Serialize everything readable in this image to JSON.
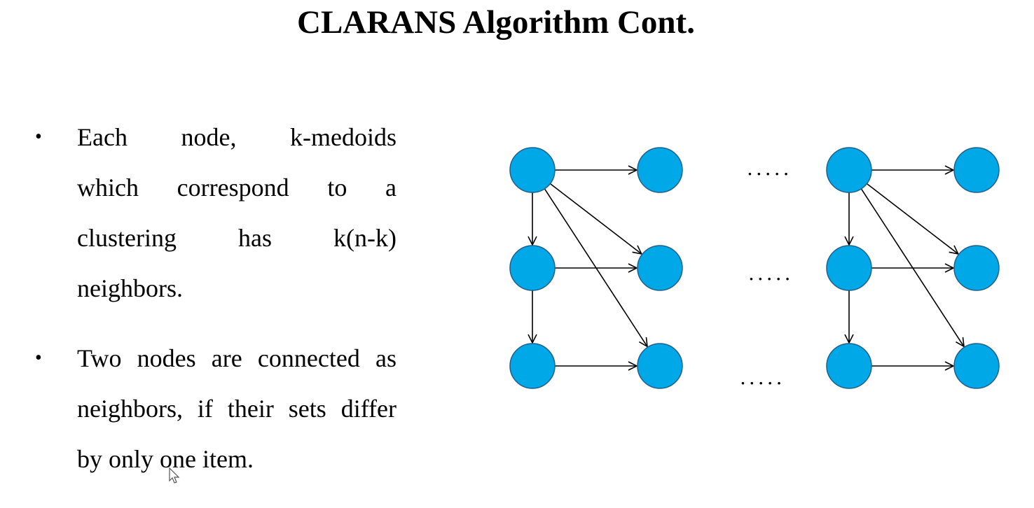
{
  "slide": {
    "title": "CLARANS Algorithm Cont."
  },
  "bullets": [
    {
      "text": "Each node, k-medoids which correspond to a clustering has k(n-k) neighbors.",
      "lines": [
        "Each node, k-medoids",
        "which correspond to a",
        "clustering has k(n-k)",
        "neighbors."
      ]
    },
    {
      "text": "Two nodes are connected as neighbors, if their sets differ by only one item.",
      "lines": [
        "Two nodes are connected as",
        "neighbors, if their sets differ",
        "by only one item."
      ]
    }
  ],
  "graph": {
    "node_color": "#00a8e8",
    "node_stroke": "#1f5f8b",
    "ellipsis": ".....",
    "node_grid": {
      "rows": 3,
      "columns": 4
    },
    "edges": [
      {
        "from": "A1",
        "to": "B1"
      },
      {
        "from": "A1",
        "to": "A2"
      },
      {
        "from": "A1",
        "to": "B2"
      },
      {
        "from": "A1",
        "to": "B3"
      },
      {
        "from": "A2",
        "to": "B2"
      },
      {
        "from": "A2",
        "to": "A3"
      },
      {
        "from": "A3",
        "to": "B3"
      },
      {
        "from": "C1",
        "to": "D1"
      },
      {
        "from": "C1",
        "to": "C2"
      },
      {
        "from": "C1",
        "to": "D2"
      },
      {
        "from": "C1",
        "to": "D3"
      },
      {
        "from": "C2",
        "to": "D2"
      },
      {
        "from": "C2",
        "to": "C3"
      },
      {
        "from": "C3",
        "to": "D3"
      }
    ]
  }
}
